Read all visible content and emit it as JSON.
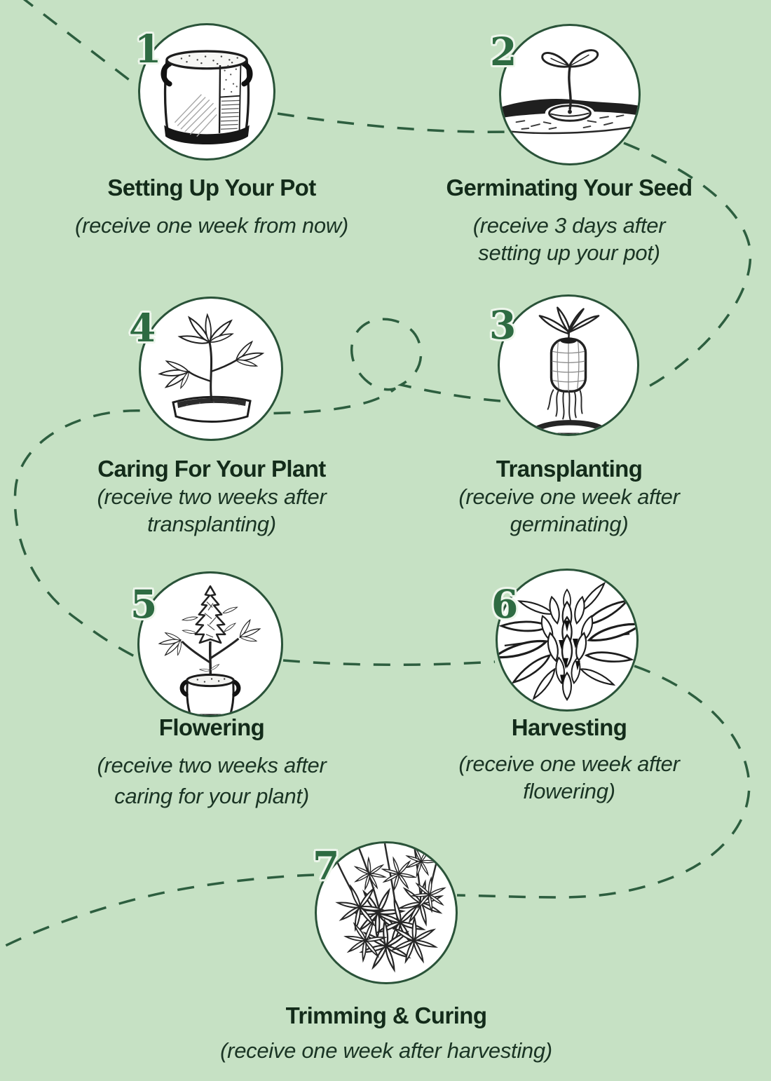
{
  "infographic": {
    "theme": "plant growing journey",
    "colors": {
      "background": "#c6e1c4",
      "dashed_path": "#2d5e3f",
      "circle_border": "#2a5339",
      "number": "#2e6b42",
      "number_outline": "#eef6ec",
      "title_text": "#132b1a",
      "subtitle_text": "#1a3424",
      "illustration_ink": "#1d1d1d"
    },
    "steps": [
      {
        "number": "1",
        "title": "Setting Up Your Pot",
        "subtitle_lines": [
          "(receive one week from now)"
        ],
        "icon": "grow-bag-icon"
      },
      {
        "number": "2",
        "title": "Germinating Your Seed",
        "subtitle_lines": [
          "(receive 3 days after",
          "setting up your pot)"
        ],
        "icon": "seedling-sprout-icon"
      },
      {
        "number": "3",
        "title": "Transplanting",
        "subtitle_lines": [
          "(receive one week after",
          "germinating)"
        ],
        "icon": "transplant-plug-icon"
      },
      {
        "number": "4",
        "title": "Caring For Your Plant",
        "subtitle_lines": [
          "(receive two weeks after",
          "transplanting)"
        ],
        "icon": "young-plant-icon"
      },
      {
        "number": "5",
        "title": "Flowering",
        "subtitle_lines": [
          "(receive two weeks after",
          "caring for your plant)"
        ],
        "icon": "flowering-plant-icon"
      },
      {
        "number": "6",
        "title": "Harvesting",
        "subtitle_lines": [
          "(receive one week after",
          "flowering)"
        ],
        "icon": "harvest-bud-icon"
      },
      {
        "number": "7",
        "title": "Trimming & Curing",
        "subtitle_lines": [
          "(receive one week after harvesting)"
        ],
        "icon": "hanging-branches-icon"
      }
    ]
  }
}
